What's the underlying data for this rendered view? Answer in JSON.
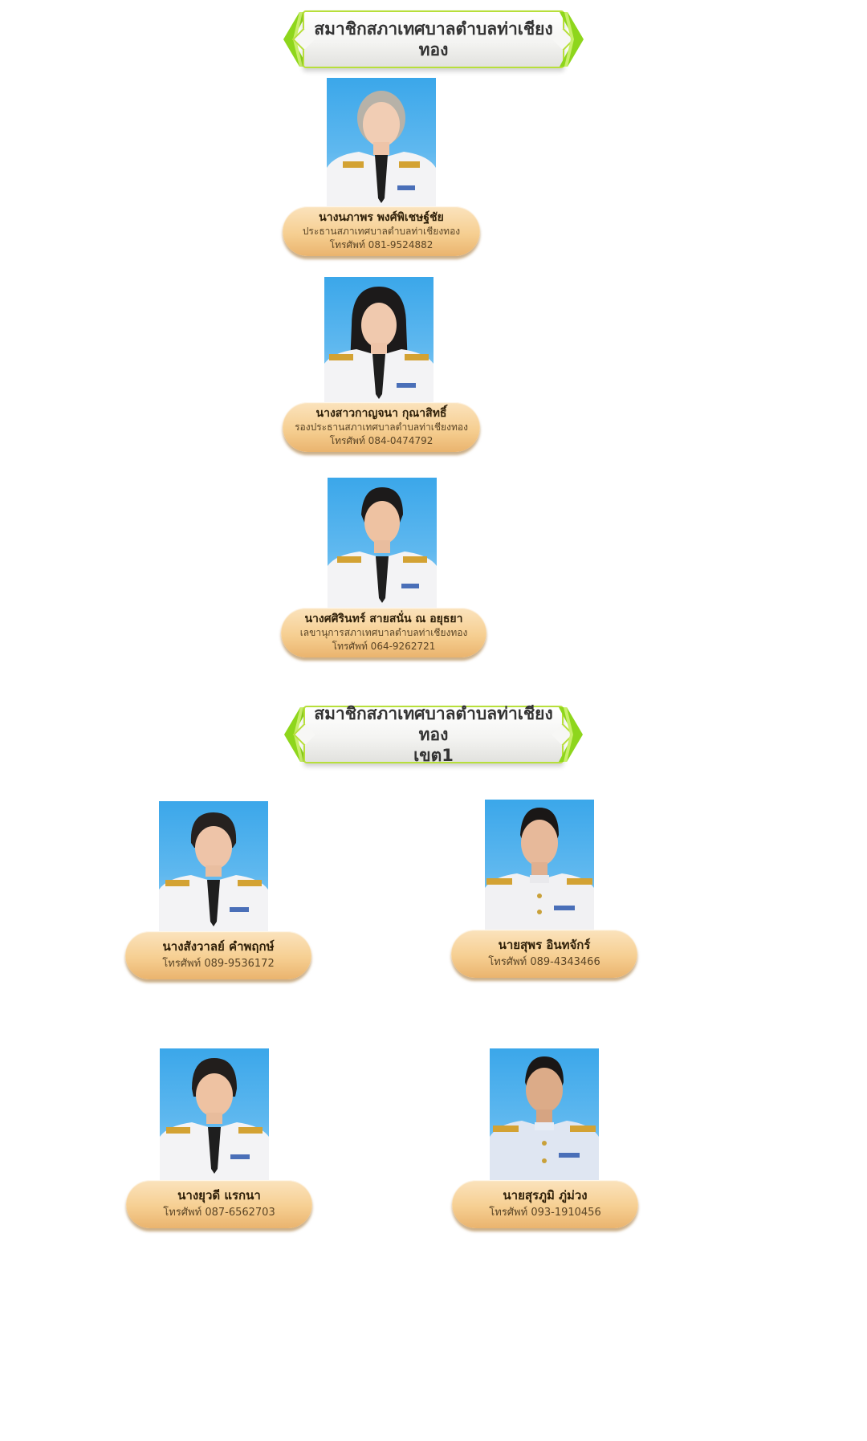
{
  "sections": [
    {
      "title_line1": "สมาชิกสภาเทศบาลตำบลท่าเชียงทอง",
      "title_line2": ""
    },
    {
      "title_line1": "สมาชิกสภาเทศบาลตำบลท่าเชียงทอง",
      "title_line2": "เขต1"
    }
  ],
  "executives": [
    {
      "name": "นางนภาพร  พงศ์พิเชษฐ์ชัย",
      "role": "ประธานสภาเทศบาลตำบลท่าเชียงทอง",
      "phone": "โทรศัพท์  081-9524882"
    },
    {
      "name": "นางสาวกาญจนา กุณาสิทธิ์",
      "role": "รองประธานสภาเทศบาลตำบลท่าเชียงทอง",
      "phone": "โทรศัพท์ 084-0474792"
    },
    {
      "name": "นางศศิรินทร์ สายสนั่น ณ อยุธยา",
      "role": "เลขานุการสภาเทศบาลตำบลท่าเชียงทอง",
      "phone": "โทรศัพท์ 064-9262721"
    }
  ],
  "district1": [
    {
      "name": "นางสังวาลย์ คำพฤกษ์",
      "phone": "โทรศัพท์ 089-9536172"
    },
    {
      "name": "นายสุพร อินทจักร์",
      "phone": "โทรศัพท์ 089-4343466"
    },
    {
      "name": "นางยุวดี แรกนา",
      "phone": "โทรศัพท์ 087-6562703"
    },
    {
      "name": "นายสุรภูมิ ภู่ม่วง",
      "phone": "โทรศัพท์ 093-1910456"
    }
  ],
  "colors": {
    "banner_accent": "#8ed61c",
    "plaque": "#f6cf92",
    "photo_bg": "#4aaeeb"
  },
  "icons": {
    "banner_chevron": "chevron-icon",
    "portrait": "portrait-photo"
  }
}
